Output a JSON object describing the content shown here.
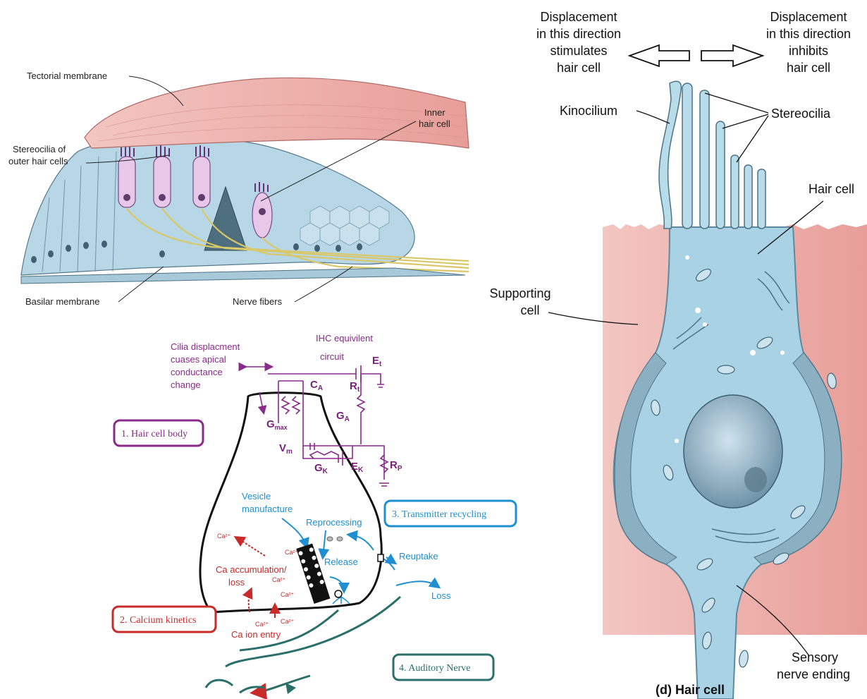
{
  "cochlea": {
    "tectorial_membrane": "Tectorial membrane",
    "inner_hair_cell_1": "Inner",
    "inner_hair_cell_2": "hair cell",
    "stereocilia_outer_1": "Stereocilia of",
    "stereocilia_outer_2": "outer hair cells",
    "basilar_membrane": "Basilar membrane",
    "nerve_fibers": "Nerve fibers"
  },
  "circuit": {
    "cilia_note": [
      "Cilia displacment",
      "cuases apical",
      "conductance",
      "change"
    ],
    "ihc_title": [
      "IHC equivilent",
      "circuit"
    ],
    "hair_cell_body": "1.  Hair cell body",
    "components": {
      "ca": "C",
      "ca_sub": "A",
      "rt": "R",
      "rt_sub": "t",
      "et": "E",
      "et_sub": "t",
      "ga": "G",
      "ga_sub": "A",
      "gmax": "G",
      "gmax_sub": "max",
      "vm": "V",
      "vm_sub": "m",
      "gk": "G",
      "gk_sub": "K",
      "ek": "E",
      "ek_sub": "K",
      "rp": "R",
      "rp_sub": "P"
    },
    "vesicle_manufacture": [
      "Vesicle",
      "manufacture"
    ],
    "transmitter_recycling": "3.  Transmitter recycling",
    "reprocessing": "Reprocessing",
    "release": "Release",
    "reuptake": "Reuptake",
    "loss": "Loss",
    "ca_accumulation": [
      "Ca accumulation/",
      "loss"
    ],
    "ca2": "Ca²⁺",
    "calcium_kinetics": "2.  Calcium kinetics",
    "ca_ion_entry": "Ca ion entry",
    "auditory_nerve": "4.  Auditory Nerve"
  },
  "hair_cell": {
    "displacement_left": [
      "Displacement",
      "in this direction",
      "stimulates",
      "hair cell"
    ],
    "displacement_right": [
      "Displacement",
      "in this direction",
      "inhibits",
      "hair cell"
    ],
    "kinocilium": "Kinocilium",
    "stereocilia": "Stereocilia",
    "hair_cell_label": "Hair cell",
    "supporting_cell": [
      "Supporting",
      "cell"
    ],
    "sensory_nerve": [
      "Sensory",
      "nerve ending"
    ],
    "caption": "(d) Hair cell"
  },
  "colors": {
    "purple": "#8a2a8a",
    "blue": "#1f8fd1",
    "red": "#c92a2a",
    "teal": "#2a6f6a",
    "cell_blue": "#a9d2e4",
    "tissue_pink": "#f0b4b0"
  }
}
